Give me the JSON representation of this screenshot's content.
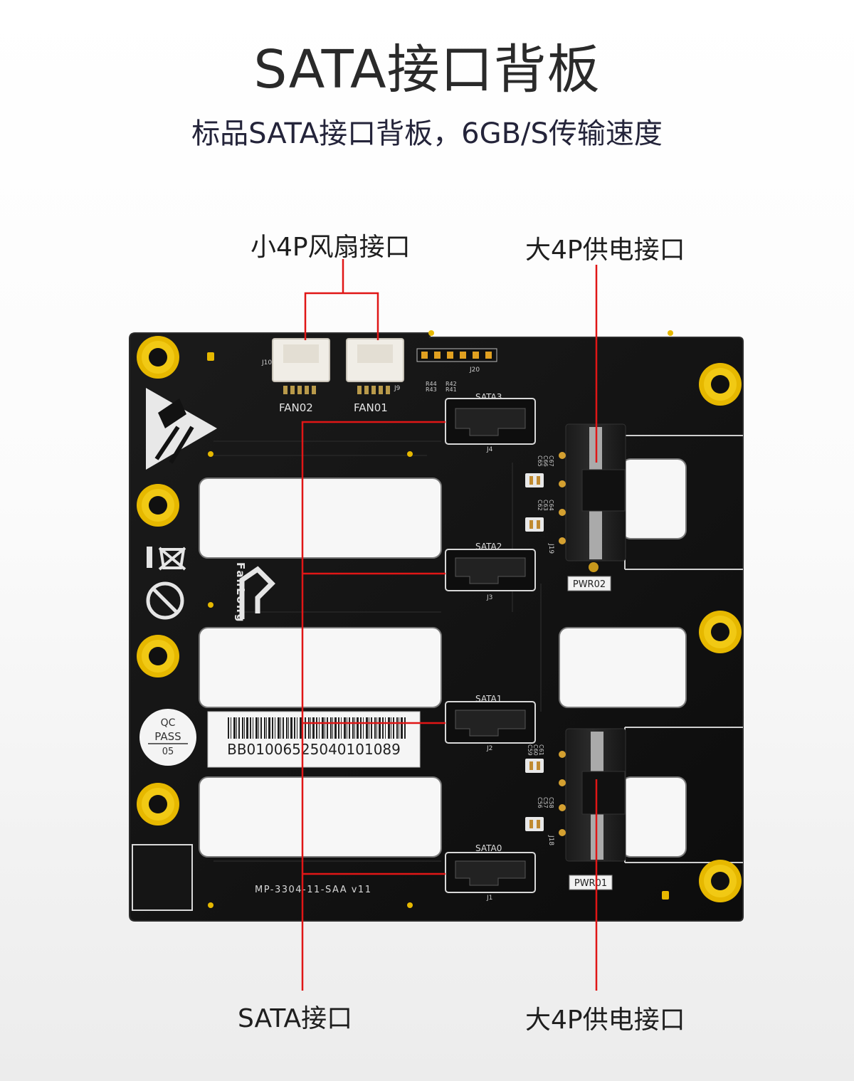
{
  "header": {
    "title": "SATA接口背板",
    "subtitle": "标品SATA接口背板，6GB/S传输速度"
  },
  "callouts": {
    "fan_connector": "小4P风扇接口",
    "power_connector_top": "大4P供电接口",
    "sata_connector": "SATA接口",
    "power_connector_bottom": "大4P供电接口"
  },
  "board": {
    "fan_labels": [
      "FAN02",
      "FAN01"
    ],
    "fan_refs": [
      "J10",
      "J9"
    ],
    "header_ref": "J20",
    "sata_ports": [
      {
        "label": "SATA3",
        "ref": "J4"
      },
      {
        "label": "SATA2",
        "ref": "J3"
      },
      {
        "label": "SATA1",
        "ref": "J2"
      },
      {
        "label": "SATA0",
        "ref": "J1"
      }
    ],
    "power_ports": [
      {
        "label": "PWR02",
        "ref": "J19"
      },
      {
        "label": "PWR01",
        "ref": "J18"
      }
    ],
    "brand": "FanLong",
    "qc_sticker": {
      "line1": "QC",
      "line2": "PASS",
      "line3": "05"
    },
    "barcode_number": "BB010065250401010​89",
    "model": "MP-3304-11-SAA v11",
    "resistors": [
      "R44",
      "R43",
      "R42",
      "R41"
    ],
    "capacitors_top": [
      "C65",
      "C66",
      "C67"
    ],
    "capacitors_mid": [
      "C62",
      "C63",
      "C64"
    ],
    "capacitors_low": [
      "C59",
      "C60",
      "C61"
    ],
    "capacitors_bottom": [
      "C56",
      "C57",
      "C58"
    ],
    "colors": {
      "pcb": "#121212",
      "gold_pad": "#e6b800",
      "callout_line": "#e01616",
      "silkscreen": "#dddddd"
    }
  }
}
